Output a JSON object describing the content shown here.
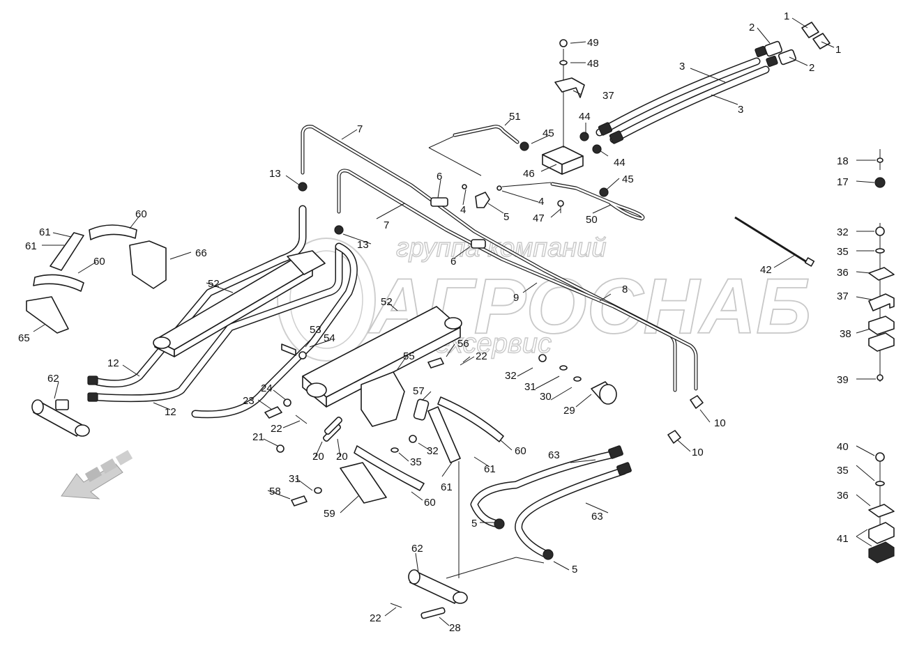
{
  "diagram": {
    "watermark": {
      "line1": "группа компаний",
      "line2": "АГРОСНАБ",
      "line3": "техсервис"
    },
    "callouts": [
      "1",
      "1",
      "2",
      "2",
      "3",
      "3",
      "49",
      "48",
      "37",
      "51",
      "45",
      "44",
      "44",
      "45",
      "46",
      "7",
      "13",
      "6",
      "4",
      "4",
      "5",
      "47",
      "50",
      "7",
      "13",
      "6",
      "8",
      "9",
      "60",
      "61",
      "61",
      "66",
      "60",
      "65",
      "52",
      "52",
      "53",
      "54",
      "55",
      "56",
      "22",
      "12",
      "12",
      "62",
      "24",
      "23",
      "22",
      "21",
      "20",
      "20",
      "57",
      "32",
      "31",
      "30",
      "29",
      "60",
      "61",
      "32",
      "35",
      "61",
      "60",
      "31",
      "58",
      "59",
      "63",
      "63",
      "10",
      "10",
      "5",
      "5",
      "62",
      "22",
      "28",
      "18",
      "17",
      "32",
      "35",
      "36",
      "37",
      "38",
      "39",
      "40",
      "35",
      "36",
      "41",
      "42"
    ]
  }
}
